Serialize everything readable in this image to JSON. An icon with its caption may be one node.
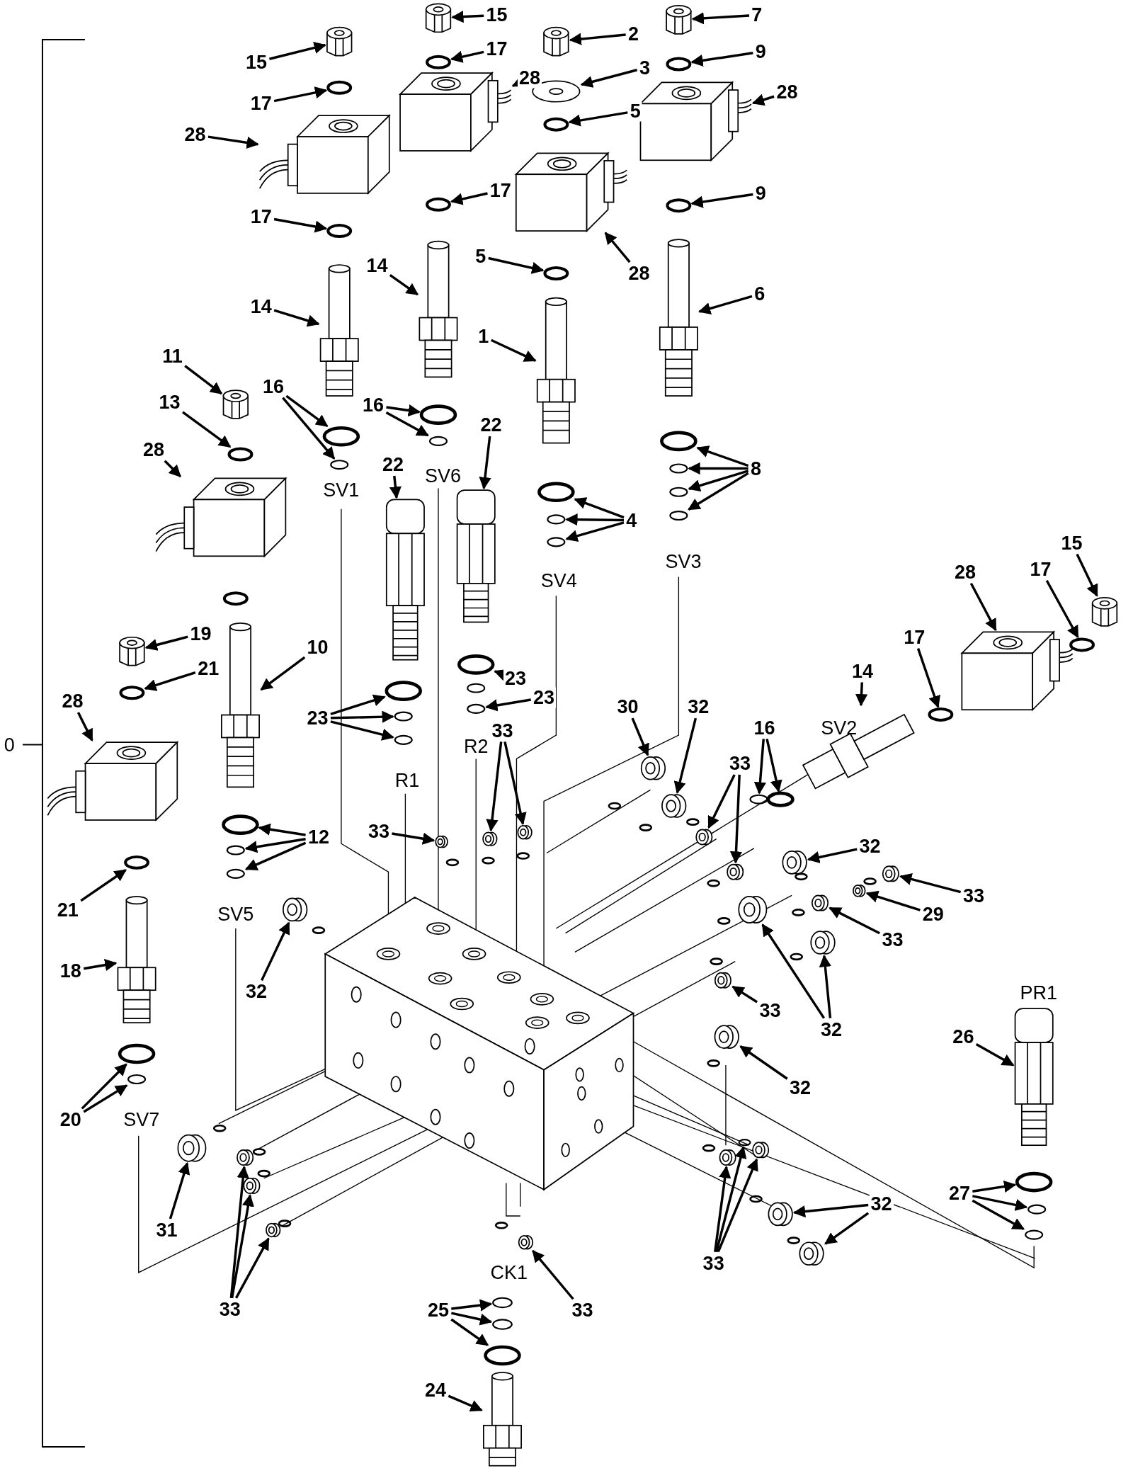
{
  "diagram": {
    "nodes": [
      {
        "text": [
          "15"
        ]
      },
      {
        "text": [
          "17"
        ]
      },
      {
        "text": [
          "28"
        ]
      },
      {
        "text": [
          "17"
        ]
      },
      {
        "text": [
          "14"
        ]
      },
      {
        "text": [
          "16"
        ]
      },
      {
        "text": [
          "15"
        ]
      },
      {
        "text": [
          "17"
        ]
      },
      {
        "text": [
          "28"
        ]
      },
      {
        "text": [
          "17"
        ]
      },
      {
        "text": [
          "14"
        ]
      },
      {
        "text": [
          "16"
        ]
      },
      {
        "text": [
          "2"
        ]
      },
      {
        "text": [
          "3"
        ]
      },
      {
        "text": [
          "5"
        ]
      },
      {
        "text": [
          "28"
        ]
      },
      {
        "text": [
          "5"
        ]
      },
      {
        "text": [
          "1"
        ]
      },
      {
        "text": [
          "4"
        ]
      },
      {
        "text": [
          "7"
        ]
      },
      {
        "text": [
          "9"
        ]
      },
      {
        "text": [
          "28"
        ]
      },
      {
        "text": [
          "9"
        ]
      },
      {
        "text": [
          "6"
        ]
      },
      {
        "text": [
          "8"
        ]
      },
      {
        "text": [
          "11"
        ]
      },
      {
        "text": [
          "13"
        ]
      },
      {
        "text": [
          "28"
        ]
      },
      {
        "text": [
          "10"
        ]
      },
      {
        "text": [
          "12"
        ]
      },
      {
        "text": [
          "19"
        ]
      },
      {
        "text": [
          "21"
        ]
      },
      {
        "text": [
          "28"
        ]
      },
      {
        "text": [
          "21"
        ]
      },
      {
        "text": [
          "18"
        ]
      },
      {
        "text": [
          "20"
        ]
      },
      {
        "text": [
          "22"
        ]
      },
      {
        "text": [
          "23"
        ]
      },
      {
        "text": [
          "22"
        ]
      },
      {
        "text": [
          "23"
        ]
      },
      {
        "text": [
          "23"
        ]
      },
      {
        "text": [
          "33"
        ]
      },
      {
        "text": [
          "33"
        ]
      },
      {
        "text": [
          "30"
        ]
      },
      {
        "text": [
          "32"
        ]
      },
      {
        "text": [
          "33"
        ]
      },
      {
        "text": [
          "16"
        ]
      },
      {
        "text": [
          "14"
        ]
      },
      {
        "text": [
          "17"
        ]
      },
      {
        "text": [
          "28"
        ]
      },
      {
        "text": [
          "17"
        ]
      },
      {
        "text": [
          "15"
        ]
      },
      {
        "text": [
          "32"
        ]
      },
      {
        "text": [
          "33"
        ]
      },
      {
        "text": [
          "29"
        ]
      },
      {
        "text": [
          "33"
        ]
      },
      {
        "text": [
          "33"
        ]
      },
      {
        "text": [
          "32"
        ]
      },
      {
        "text": [
          "32"
        ]
      },
      {
        "text": [
          "32"
        ]
      },
      {
        "text": [
          "26"
        ]
      },
      {
        "text": [
          "27"
        ]
      },
      {
        "text": [
          "31"
        ]
      },
      {
        "text": [
          "33"
        ]
      },
      {
        "text": [
          "33"
        ]
      },
      {
        "text": [
          "32"
        ]
      },
      {
        "text": [
          "33"
        ]
      },
      {
        "text": [
          "25"
        ]
      },
      {
        "text": [
          "24"
        ]
      },
      {
        "text": [],
        "shape": "nut"
      },
      {
        "text": [],
        "shape": "ring"
      },
      {
        "text": [],
        "shape": "coil"
      },
      {
        "text": [],
        "shape": "ring"
      },
      {
        "text": [],
        "shape": "cartridge"
      },
      {
        "text": [],
        "shape": "ring"
      },
      {
        "text": [],
        "shape": "ring"
      },
      {
        "text": [],
        "shape": "nut"
      },
      {
        "text": [],
        "shape": "ring"
      },
      {
        "text": [],
        "shape": "coil"
      },
      {
        "text": [],
        "shape": "ring"
      },
      {
        "text": [],
        "shape": "cartridge"
      },
      {
        "text": [],
        "shape": "ring"
      },
      {
        "text": [],
        "shape": "ring"
      },
      {
        "text": [],
        "shape": "nut"
      },
      {
        "text": [],
        "shape": "washer"
      },
      {
        "text": [],
        "shape": "ring"
      },
      {
        "text": [],
        "shape": "coil"
      },
      {
        "text": [],
        "shape": "ring"
      },
      {
        "text": [],
        "shape": "cartridge"
      },
      {
        "text": [],
        "shape": "ring"
      },
      {
        "text": [],
        "shape": "ring"
      },
      {
        "text": [],
        "shape": "ring"
      },
      {
        "text": [],
        "shape": "nut"
      },
      {
        "text": [],
        "shape": "ring"
      },
      {
        "text": [],
        "shape": "coil"
      },
      {
        "text": [],
        "shape": "ring"
      },
      {
        "text": [],
        "shape": "cartridge"
      },
      {
        "text": [],
        "shape": "ring"
      },
      {
        "text": [],
        "shape": "ring"
      },
      {
        "text": [],
        "shape": "ring"
      },
      {
        "text": [],
        "shape": "ring"
      },
      {
        "text": [],
        "shape": "nut"
      },
      {
        "text": [],
        "shape": "ring"
      },
      {
        "text": [],
        "shape": "coil"
      },
      {
        "text": [],
        "shape": "cartridge"
      },
      {
        "text": [],
        "shape": "ring"
      },
      {
        "text": [],
        "shape": "ring"
      },
      {
        "text": [],
        "shape": "ring"
      },
      {
        "text": [],
        "shape": "nut"
      },
      {
        "text": [],
        "shape": "ring"
      },
      {
        "text": [],
        "shape": "coil"
      },
      {
        "text": [],
        "shape": "ring"
      },
      {
        "text": [],
        "shape": "cartridge"
      },
      {
        "text": [],
        "shape": "ring"
      },
      {
        "text": [],
        "shape": "ring"
      },
      {
        "text": [],
        "shape": "cartridge"
      },
      {
        "text": [],
        "shape": "ring"
      },
      {
        "text": [],
        "shape": "ring"
      },
      {
        "text": [],
        "shape": "ring"
      },
      {
        "text": [],
        "shape": "cartridge"
      },
      {
        "text": [],
        "shape": "ring"
      },
      {
        "text": [],
        "shape": "ring"
      },
      {
        "text": [],
        "shape": "plug"
      },
      {
        "text": [],
        "shape": "plug"
      },
      {
        "text": [],
        "shape": "plug"
      },
      {
        "text": [],
        "shape": "plug"
      },
      {
        "text": [],
        "shape": "plug"
      },
      {
        "text": [],
        "shape": "plug"
      },
      {
        "text": [],
        "shape": "plug"
      },
      {
        "text": [],
        "shape": "ring"
      },
      {
        "text": [],
        "shape": "ring"
      },
      {
        "text": [],
        "shape": "cartridge"
      },
      {
        "text": [],
        "shape": "ring"
      },
      {
        "text": [],
        "shape": "coil"
      },
      {
        "text": [],
        "shape": "ring"
      },
      {
        "text": [],
        "shape": "nut"
      },
      {
        "text": [],
        "shape": "plug"
      },
      {
        "text": [],
        "shape": "plug"
      },
      {
        "text": [],
        "shape": "plug"
      },
      {
        "text": [],
        "shape": "plug"
      },
      {
        "text": [],
        "shape": "plug"
      },
      {
        "text": [],
        "shape": "plug"
      },
      {
        "text": [],
        "shape": "plug"
      },
      {
        "text": [],
        "shape": "plug"
      },
      {
        "text": [],
        "shape": "plug"
      },
      {
        "text": [],
        "shape": "cartridge"
      },
      {
        "text": [],
        "shape": "ring"
      },
      {
        "text": [],
        "shape": "ring"
      },
      {
        "text": [],
        "shape": "ring"
      },
      {
        "text": [],
        "shape": "plug"
      },
      {
        "text": [],
        "shape": "plug"
      },
      {
        "text": [],
        "shape": "plug"
      },
      {
        "text": [],
        "shape": "plug"
      },
      {
        "text": [],
        "shape": "plug"
      },
      {
        "text": [],
        "shape": "ring"
      },
      {
        "text": [],
        "shape": "plug"
      },
      {
        "text": [],
        "shape": "plug"
      },
      {
        "text": [],
        "shape": "plug"
      },
      {
        "text": [],
        "shape": "plug"
      },
      {
        "text": [],
        "shape": "ring"
      },
      {
        "text": [],
        "shape": "ring"
      },
      {
        "text": [],
        "shape": "ring"
      },
      {
        "text": [],
        "shape": "cartridge"
      }
    ],
    "edges": [
      {
        "from": 0,
        "to": 69,
        "arrow": "to"
      },
      {
        "from": 1,
        "to": 70,
        "arrow": "to"
      },
      {
        "from": 2,
        "to": 71,
        "arrow": "to"
      },
      {
        "from": 3,
        "to": 72,
        "arrow": "to"
      },
      {
        "from": 4,
        "to": 73,
        "arrow": "to"
      },
      {
        "from": 5,
        "to": 74,
        "arrow": "to"
      },
      {
        "from": 5,
        "to": 75,
        "arrow": "to"
      },
      {
        "from": 6,
        "to": 76,
        "arrow": "to"
      },
      {
        "from": 7,
        "to": 77,
        "arrow": "to"
      },
      {
        "from": 8,
        "to": 78,
        "arrow": "to"
      },
      {
        "from": 9,
        "to": 79,
        "arrow": "to"
      },
      {
        "from": 10,
        "to": 80,
        "arrow": "to"
      },
      {
        "from": 11,
        "to": 81,
        "arrow": "to"
      },
      {
        "from": 11,
        "to": 82,
        "arrow": "to"
      },
      {
        "from": 12,
        "to": 83,
        "arrow": "to"
      },
      {
        "from": 13,
        "to": 84,
        "arrow": "to"
      },
      {
        "from": 14,
        "to": 85,
        "arrow": "to"
      },
      {
        "from": 15,
        "to": 86,
        "arrow": "to"
      },
      {
        "from": 16,
        "to": 87,
        "arrow": "to"
      },
      {
        "from": 17,
        "to": 88,
        "arrow": "to"
      },
      {
        "from": 18,
        "to": 89,
        "arrow": "to"
      },
      {
        "from": 18,
        "to": 90,
        "arrow": "to"
      },
      {
        "from": 18,
        "to": 91,
        "arrow": "to"
      },
      {
        "from": 19,
        "to": 92,
        "arrow": "to"
      },
      {
        "from": 20,
        "to": 93,
        "arrow": "to"
      },
      {
        "from": 21,
        "to": 94,
        "arrow": "to"
      },
      {
        "from": 22,
        "to": 95,
        "arrow": "to"
      },
      {
        "from": 23,
        "to": 96,
        "arrow": "to"
      },
      {
        "from": 24,
        "to": 97,
        "arrow": "to"
      },
      {
        "from": 24,
        "to": 98,
        "arrow": "to"
      },
      {
        "from": 24,
        "to": 99,
        "arrow": "to"
      },
      {
        "from": 24,
        "to": 100,
        "arrow": "to"
      },
      {
        "from": 25,
        "to": 101,
        "arrow": "to"
      },
      {
        "from": 26,
        "to": 102,
        "arrow": "to"
      },
      {
        "from": 27,
        "to": 103,
        "arrow": "to"
      },
      {
        "from": 28,
        "to": 104,
        "arrow": "to"
      },
      {
        "from": 29,
        "to": 105,
        "arrow": "to"
      },
      {
        "from": 29,
        "to": 106,
        "arrow": "to"
      },
      {
        "from": 29,
        "to": 107,
        "arrow": "to"
      },
      {
        "from": 30,
        "to": 108,
        "arrow": "to"
      },
      {
        "from": 31,
        "to": 109,
        "arrow": "to"
      },
      {
        "from": 32,
        "to": 110,
        "arrow": "to"
      },
      {
        "from": 33,
        "to": 111,
        "arrow": "to"
      },
      {
        "from": 34,
        "to": 112,
        "arrow": "to"
      },
      {
        "from": 35,
        "to": 113,
        "arrow": "to"
      },
      {
        "from": 35,
        "to": 114,
        "arrow": "to"
      },
      {
        "from": 36,
        "to": 115,
        "arrow": "to"
      },
      {
        "from": 37,
        "to": 116,
        "arrow": "to"
      },
      {
        "from": 37,
        "to": 117,
        "arrow": "to"
      },
      {
        "from": 37,
        "to": 118,
        "arrow": "to"
      },
      {
        "from": 38,
        "to": 119,
        "arrow": "to"
      },
      {
        "from": 39,
        "to": 120,
        "arrow": "to"
      },
      {
        "from": 40,
        "to": 121,
        "arrow": "to"
      },
      {
        "from": 41,
        "to": 122,
        "arrow": "to"
      },
      {
        "from": 41,
        "to": 123,
        "arrow": "to"
      },
      {
        "from": 42,
        "to": 124,
        "arrow": "to"
      },
      {
        "from": 43,
        "to": 125,
        "arrow": "to"
      },
      {
        "from": 44,
        "to": 126,
        "arrow": "to"
      },
      {
        "from": 45,
        "to": 127,
        "arrow": "to"
      },
      {
        "from": 45,
        "to": 128,
        "arrow": "to"
      },
      {
        "from": 46,
        "to": 129,
        "arrow": "to"
      },
      {
        "from": 46,
        "to": 130,
        "arrow": "to"
      },
      {
        "from": 47,
        "to": 131,
        "arrow": "to"
      },
      {
        "from": 48,
        "to": 132,
        "arrow": "to"
      },
      {
        "from": 49,
        "to": 133,
        "arrow": "to"
      },
      {
        "from": 50,
        "to": 134,
        "arrow": "to"
      },
      {
        "from": 51,
        "to": 135,
        "arrow": "to"
      },
      {
        "from": 52,
        "to": 136,
        "arrow": "to"
      },
      {
        "from": 53,
        "to": 137,
        "arrow": "to"
      },
      {
        "from": 54,
        "to": 138,
        "arrow": "to"
      },
      {
        "from": 55,
        "to": 139,
        "arrow": "to"
      },
      {
        "from": 56,
        "to": 140,
        "arrow": "to"
      },
      {
        "from": 57,
        "to": 141,
        "arrow": "to"
      },
      {
        "from": 57,
        "to": 142,
        "arrow": "to"
      },
      {
        "from": 58,
        "to": 143,
        "arrow": "to"
      },
      {
        "from": 59,
        "to": 144,
        "arrow": "to"
      },
      {
        "from": 60,
        "to": 145,
        "arrow": "to"
      },
      {
        "from": 61,
        "to": 146,
        "arrow": "to"
      },
      {
        "from": 61,
        "to": 147,
        "arrow": "to"
      },
      {
        "from": 61,
        "to": 148,
        "arrow": "to"
      },
      {
        "from": 62,
        "to": 149,
        "arrow": "to"
      },
      {
        "from": 63,
        "to": 150,
        "arrow": "to"
      },
      {
        "from": 63,
        "to": 151,
        "arrow": "to"
      },
      {
        "from": 63,
        "to": 152,
        "arrow": "to"
      },
      {
        "from": 64,
        "to": 153,
        "arrow": "to"
      },
      {
        "from": 64,
        "to": 154,
        "arrow": "to"
      },
      {
        "from": 64,
        "to": 155,
        "arrow": "to"
      },
      {
        "from": 65,
        "to": 156,
        "arrow": "to"
      },
      {
        "from": 65,
        "to": 157,
        "arrow": "to"
      },
      {
        "from": 66,
        "to": 158,
        "arrow": "to"
      },
      {
        "from": 67,
        "to": 159,
        "arrow": "to"
      },
      {
        "from": 67,
        "to": 160,
        "arrow": "to"
      },
      {
        "from": 67,
        "to": 161,
        "arrow": "to"
      },
      {
        "from": 68,
        "to": 162,
        "arrow": "to"
      }
    ],
    "labels": [
      "SV6",
      "SV1",
      "SV3",
      "SV4",
      "SV2",
      "0",
      "R2",
      "R1",
      "SV5",
      "PR1",
      "SV7",
      "CK1"
    ]
  }
}
